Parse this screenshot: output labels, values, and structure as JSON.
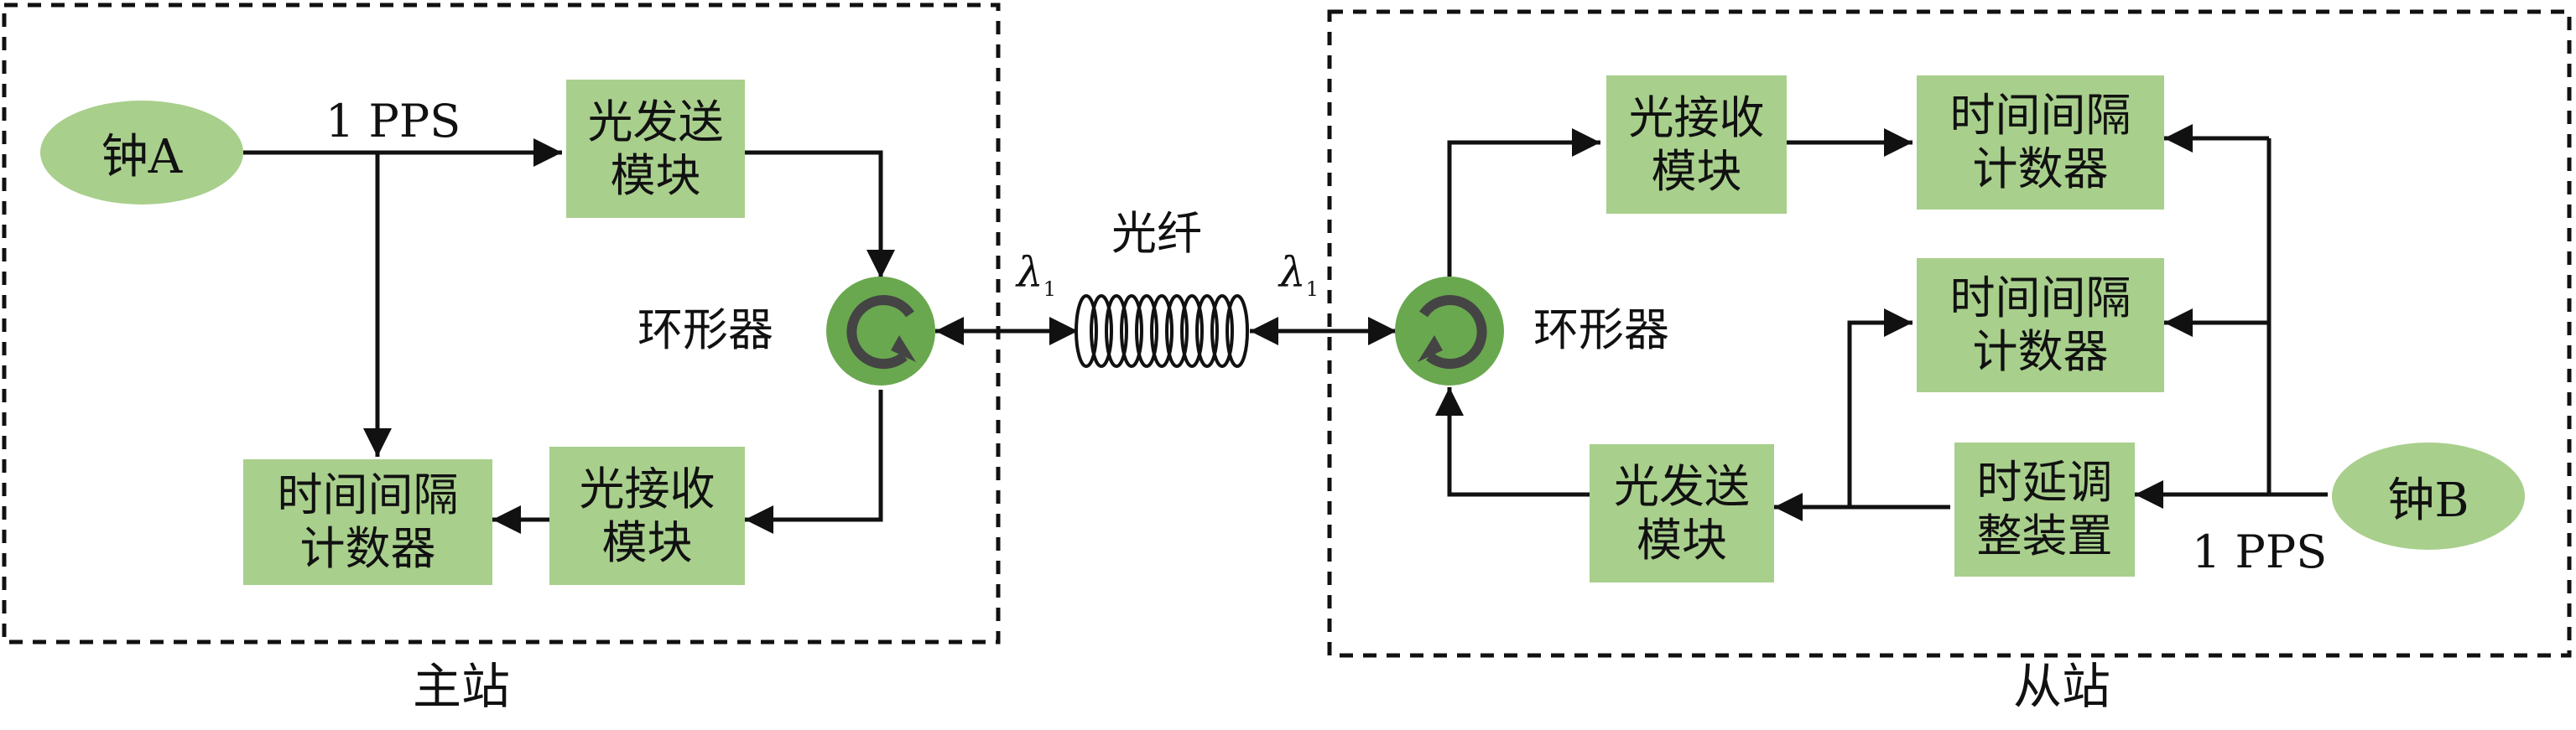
{
  "master": {
    "station_label": "主站",
    "clock": "钟A",
    "pps": "1 PPS",
    "tx": [
      "光发送",
      "模块"
    ],
    "rx": [
      "光接收",
      "模块"
    ],
    "counter": [
      "时间间隔",
      "计数器"
    ],
    "circulator": "环形器"
  },
  "fiber": {
    "label": "光纤",
    "lambda_left": "λ",
    "lambda_left_sub": "1",
    "lambda_right": "λ",
    "lambda_right_sub": "1"
  },
  "slave": {
    "station_label": "从站",
    "clock": "钟B",
    "pps": "1 PPS",
    "rx": [
      "光接收",
      "模块"
    ],
    "counter1": [
      "时间间隔",
      "计数器"
    ],
    "counter2": [
      "时间间隔",
      "计数器"
    ],
    "tx": [
      "光发送",
      "模块"
    ],
    "delay": [
      "时延调",
      "整装置"
    ],
    "circulator": "环形器"
  },
  "colors": {
    "box_fill": "#a8cf8c",
    "circulator_fill": "#6aa84f",
    "line": "#111111"
  }
}
